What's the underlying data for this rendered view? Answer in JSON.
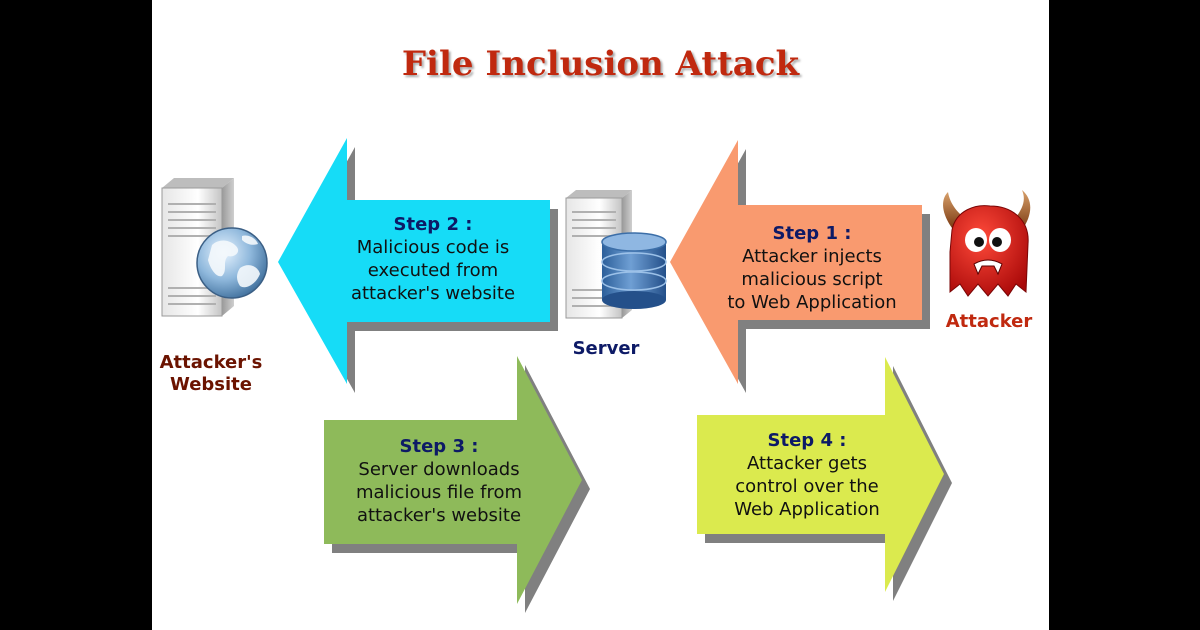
{
  "title": "File Inclusion Attack",
  "labels": {
    "website": "Attacker's Website",
    "server": "Server",
    "attacker": "Attacker"
  },
  "steps": [
    {
      "title": "Step 1 :",
      "lines": [
        "Attacker injects",
        "malicious script",
        "to Web Application"
      ],
      "color": "#f99a6f",
      "direction": "left"
    },
    {
      "title": "Step 2 :",
      "lines": [
        "Malicious code is",
        "executed from",
        "attacker's website"
      ],
      "color": "#16dcf7",
      "direction": "left"
    },
    {
      "title": "Step 3 :",
      "lines": [
        "Server downloads",
        "malicious file from",
        "attacker's website"
      ],
      "color": "#8eba5a",
      "direction": "right"
    },
    {
      "title": "Step 4 :",
      "lines": [
        "Attacker gets",
        "control over the",
        "Web Application"
      ],
      "color": "#dbea4e",
      "direction": "right"
    }
  ],
  "colors": {
    "title": "#c0290f",
    "step_title": "#0d1a66",
    "label_dark": "#6b1300",
    "label_server": "#0d1a66",
    "label_attacker": "#c0290f",
    "monster": "#d41414"
  },
  "icons": [
    "web-server-globe-icon",
    "database-server-icon",
    "red-devil-monster-icon"
  ]
}
